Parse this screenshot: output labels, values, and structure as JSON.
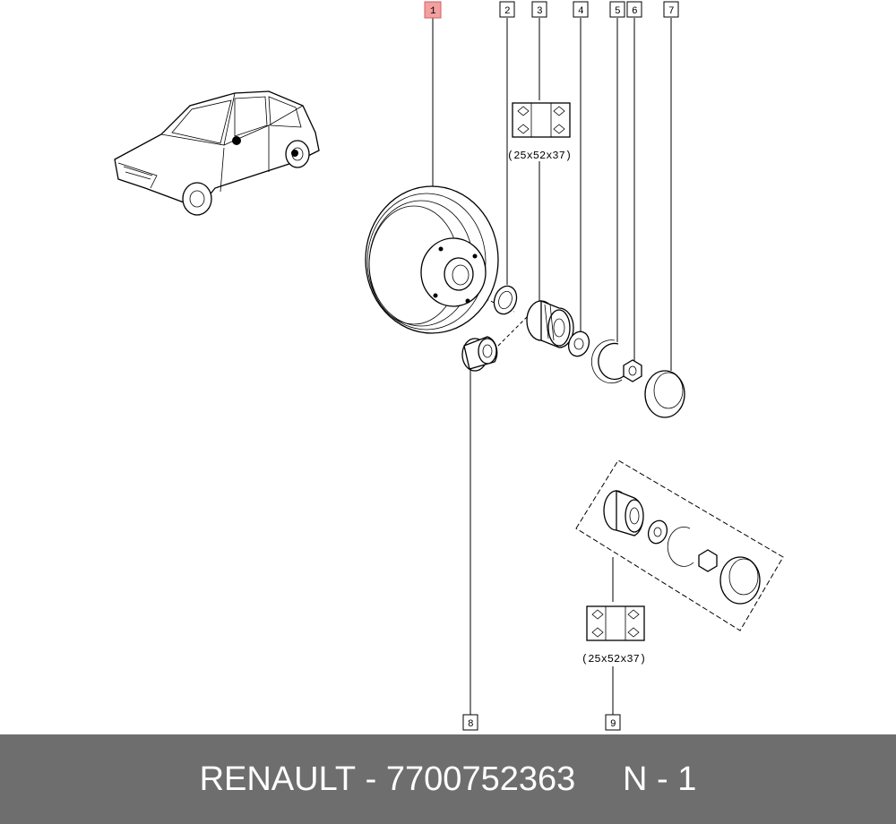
{
  "callouts": [
    {
      "label": "1",
      "highlight": true
    },
    {
      "label": "2"
    },
    {
      "label": "3"
    },
    {
      "label": "4"
    },
    {
      "label": "5"
    },
    {
      "label": "6"
    },
    {
      "label": "7"
    },
    {
      "label": "8"
    },
    {
      "label": "9"
    }
  ],
  "dimension_top": "(25x52x37)",
  "dimension_bottom": "(25x52x37)",
  "footer": {
    "brand": "RENAULT",
    "separator": " - ",
    "part_number": "7700752363",
    "gap": "     ",
    "sheet": "N - 1"
  },
  "colors": {
    "highlight": "#f2a0a0",
    "footer_bg": "#6e6e6e",
    "footer_text": "#ffffff"
  }
}
